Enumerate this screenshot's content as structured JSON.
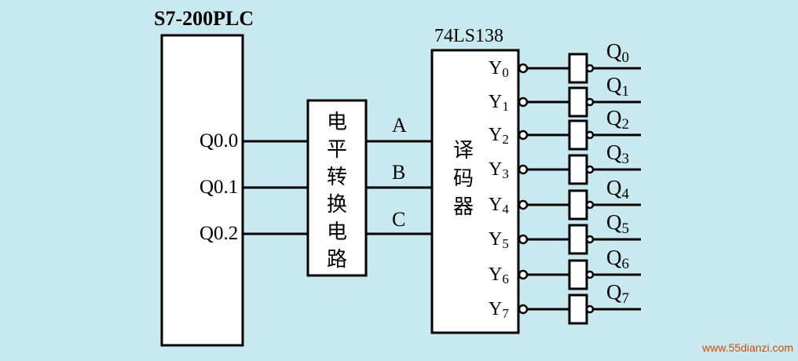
{
  "plc": {
    "title": "S7-200PLC",
    "outputs": [
      "Q0.0",
      "Q0.1",
      "Q0.2"
    ]
  },
  "converter": {
    "chars": [
      "电",
      "平",
      "转",
      "换",
      "电",
      "路"
    ]
  },
  "lines": [
    "A",
    "B",
    "C"
  ],
  "decoder": {
    "title": "74LS138",
    "label_chars": [
      "译",
      "码",
      "器"
    ],
    "outputs": [
      {
        "base": "Y",
        "sub": "0"
      },
      {
        "base": "Y",
        "sub": "1"
      },
      {
        "base": "Y",
        "sub": "2"
      },
      {
        "base": "Y",
        "sub": "3"
      },
      {
        "base": "Y",
        "sub": "4"
      },
      {
        "base": "Y",
        "sub": "5"
      },
      {
        "base": "Y",
        "sub": "6"
      },
      {
        "base": "Y",
        "sub": "7"
      }
    ]
  },
  "gate_outputs": [
    {
      "base": "Q",
      "sub": "0"
    },
    {
      "base": "Q",
      "sub": "1"
    },
    {
      "base": "Q",
      "sub": "2"
    },
    {
      "base": "Q",
      "sub": "3"
    },
    {
      "base": "Q",
      "sub": "4"
    },
    {
      "base": "Q",
      "sub": "5"
    },
    {
      "base": "Q",
      "sub": "6"
    },
    {
      "base": "Q",
      "sub": "7"
    }
  ],
  "watermark": "www.55dianzi.com",
  "colors": {
    "background": "#c9e9f0",
    "box_fill": "#ffffff",
    "stroke": "#000000",
    "watermark": "#d24a00"
  }
}
